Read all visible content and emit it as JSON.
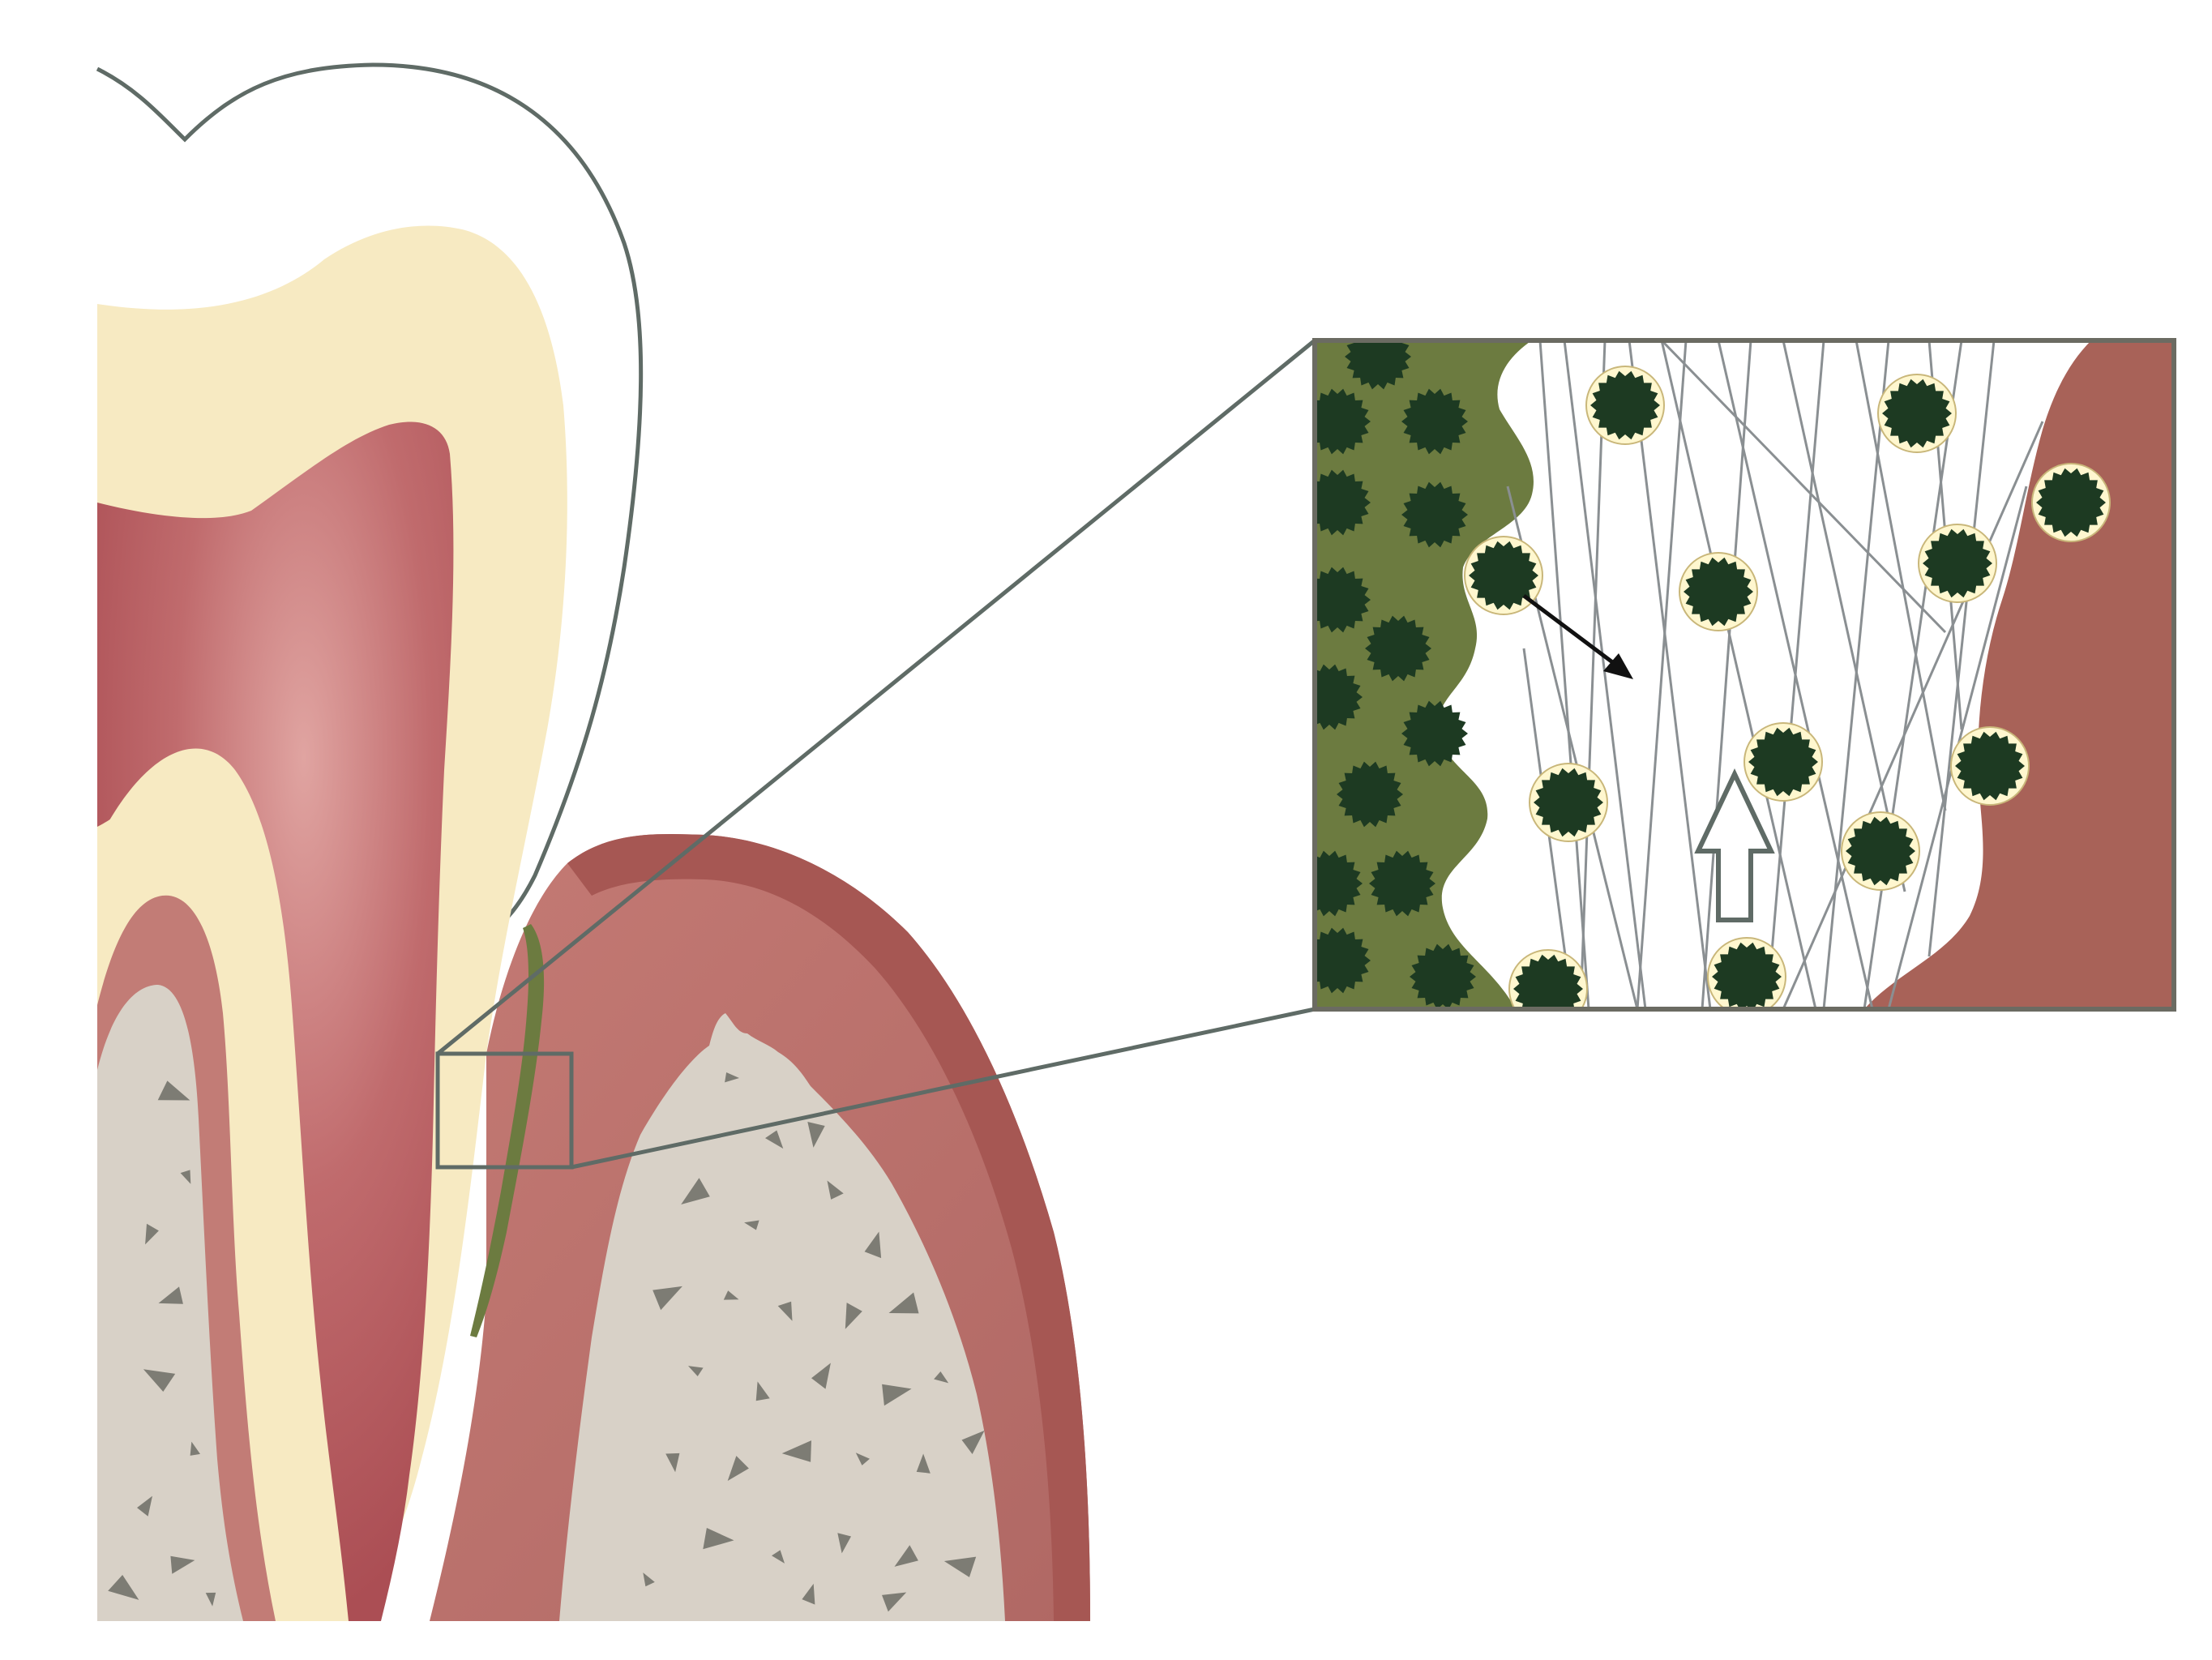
{
  "diagram": {
    "subject": "tooth-with-gingiva-cross-section",
    "elements": {
      "enamel": "enamel-outline",
      "dentin": "dentin",
      "pulp": "pulp",
      "gingiva": "gingiva",
      "bone": "alveolar-bone",
      "biofilm": "plaque-biofilm",
      "zoom_box": "magnified-region-marker",
      "inset": "magnified-inset",
      "fibers": "fiber-network",
      "cells": "bacteria-cells",
      "diagonal_arrow": "diagonal-arrow-icon",
      "up_arrow": "upward-hollow-arrow-icon"
    }
  },
  "colors": {
    "background": "#ffffff",
    "outline": "#5f6b66",
    "dentin": "#f7eac2",
    "pulp": "#b85a5e",
    "pulp_highlight": "#d88f8f",
    "gingiva": "#b76e69",
    "gingiva_edge": "#a65753",
    "bone": "#d8d1c7",
    "bone_spot": "#7d7c74",
    "biofilm": "#6c7b40",
    "cell": "#1d3a22",
    "cell_halo": "#fff7cf",
    "fiber": "#8a8f92",
    "inset_border": "#6b6b62",
    "inset_tissue": "#a86258"
  }
}
